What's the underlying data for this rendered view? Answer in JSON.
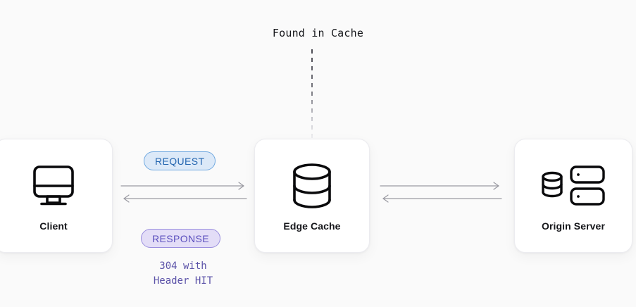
{
  "diagram": {
    "title": "Found in Cache",
    "background_color": "#fafafa"
  },
  "nodes": [
    {
      "id": "client",
      "label": "Client",
      "icon": "desktop-monitor-icon"
    },
    {
      "id": "edge-cache",
      "label": "Edge Cache",
      "icon": "database-cylinder-icon"
    },
    {
      "id": "origin-server",
      "label": "Origin Server",
      "icon": "server-rack-icon"
    }
  ],
  "badges": [
    {
      "id": "request",
      "label": "REQUEST",
      "fill": "#dce9f8",
      "border": "#6fa8e0",
      "text_color": "#2566b0"
    },
    {
      "id": "response",
      "label": "RESPONSE",
      "fill": "#e3ddf7",
      "border": "#9a8ede",
      "text_color": "#5b4fbe"
    }
  ],
  "caption": {
    "line1": "304 with",
    "line2": "Header HIT",
    "color": "#5b52a8"
  },
  "connectors": {
    "dashed": {
      "name": "cache-hit-dashed-connector",
      "color": "#4a4a52"
    },
    "arrow_color": "#9a9aa2",
    "left_pair": {
      "forward": "client-to-edge-cache",
      "reverse": "edge-cache-to-client"
    },
    "right_pair": {
      "forward": "edge-cache-to-origin-server",
      "reverse": "origin-server-to-edge-cache"
    }
  }
}
